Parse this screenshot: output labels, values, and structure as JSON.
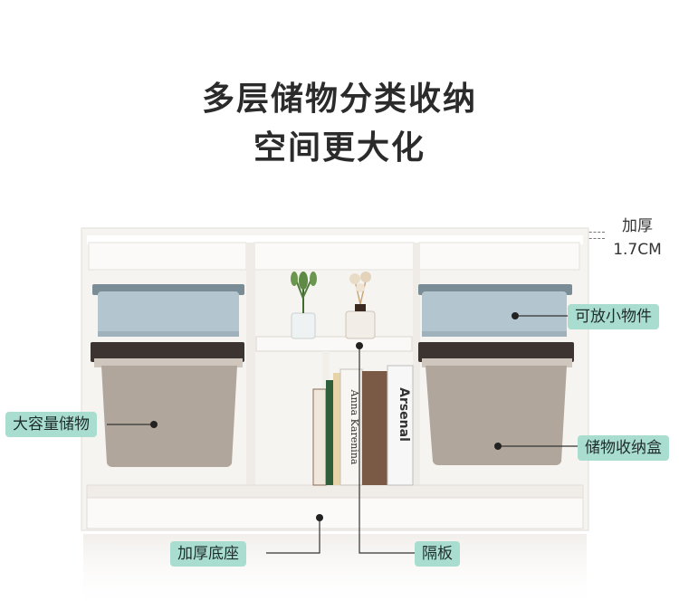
{
  "headline": {
    "line1": "多层储物分类收纳",
    "line2": "空间更大化"
  },
  "thickness": {
    "label1": "加厚",
    "label2": "1.7CM"
  },
  "callouts": {
    "small_items": "可放小物件",
    "large_storage": "大容量储物",
    "storage_box": "储物收纳盒",
    "thick_base": "加厚底座",
    "partition": "隔板"
  },
  "books": {
    "spine1": "Anna Karenina",
    "spine2": "Arsenal"
  },
  "colors": {
    "accent": "#a8ddd0",
    "headline": "#2b2b2b",
    "cabinet": "#f6f4f1",
    "blue_bin": "#b3c6d0",
    "gray_bin": "#b0a69c"
  }
}
